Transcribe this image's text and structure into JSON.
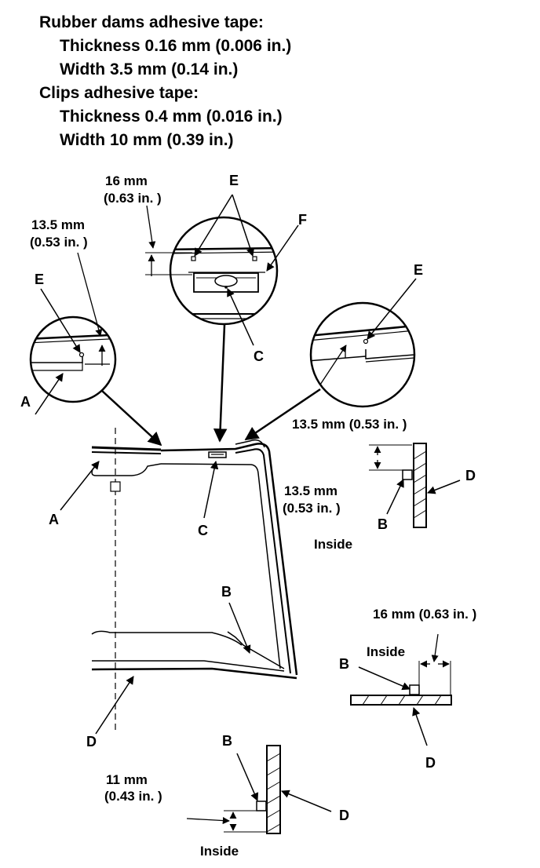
{
  "specs": {
    "rubber_heading": "Rubber dams adhesive tape:",
    "rubber_thickness": "Thickness 0.16 mm (0.006 in.)",
    "rubber_width": "Width 3.5 mm (0.14 in.)",
    "clips_heading": "Clips adhesive tape:",
    "clips_thickness": "Thickness 0.4 mm (0.016 in.)",
    "clips_width": "Width 10 mm (0.39 in.)"
  },
  "labels": {
    "A": "A",
    "B": "B",
    "C": "C",
    "D": "D",
    "E": "E",
    "F": "F"
  },
  "dims": {
    "d16_mm": "16 mm",
    "d16_in": "(0.63 in. )",
    "d135_mm": "13.5 mm",
    "d135_in": "(0.53 in. )",
    "d135_inline": "13.5 mm (0.53 in. )",
    "d16_inline": "16 mm (0.63 in. )",
    "d11_mm": "11 mm",
    "d11_in": "(0.43 in. )",
    "inside": "Inside"
  }
}
